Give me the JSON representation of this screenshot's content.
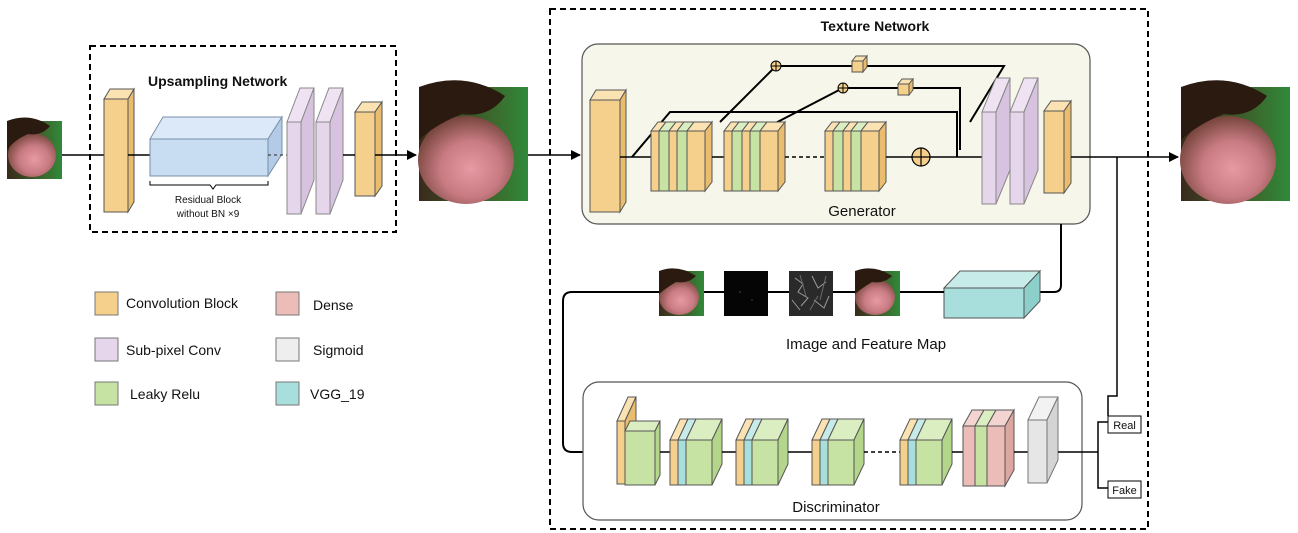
{
  "upsampling": {
    "title": "Upsampling Network",
    "residual_label_line1": "Residual Block",
    "residual_label_line2": "without BN  ×9"
  },
  "texture": {
    "title": "Texture Network",
    "generator_label": "Generator",
    "feature_map_label": "Image and Feature Map",
    "discriminator_label": "Discriminator",
    "real_label": "Real",
    "fake_label": "Fake"
  },
  "legend": [
    {
      "label": "Convolution Block",
      "color": "#f5d08c"
    },
    {
      "label": "Dense",
      "color": "#ecbcb8"
    },
    {
      "label": "Sub-pixel Conv",
      "color": "#e6d6ec"
    },
    {
      "label": "Sigmoid",
      "color": "#e6e6e6"
    },
    {
      "label": "Leaky Relu",
      "color": "#c6e3a3"
    },
    {
      "label": "VGG_19",
      "color": "#a8dedb"
    }
  ]
}
